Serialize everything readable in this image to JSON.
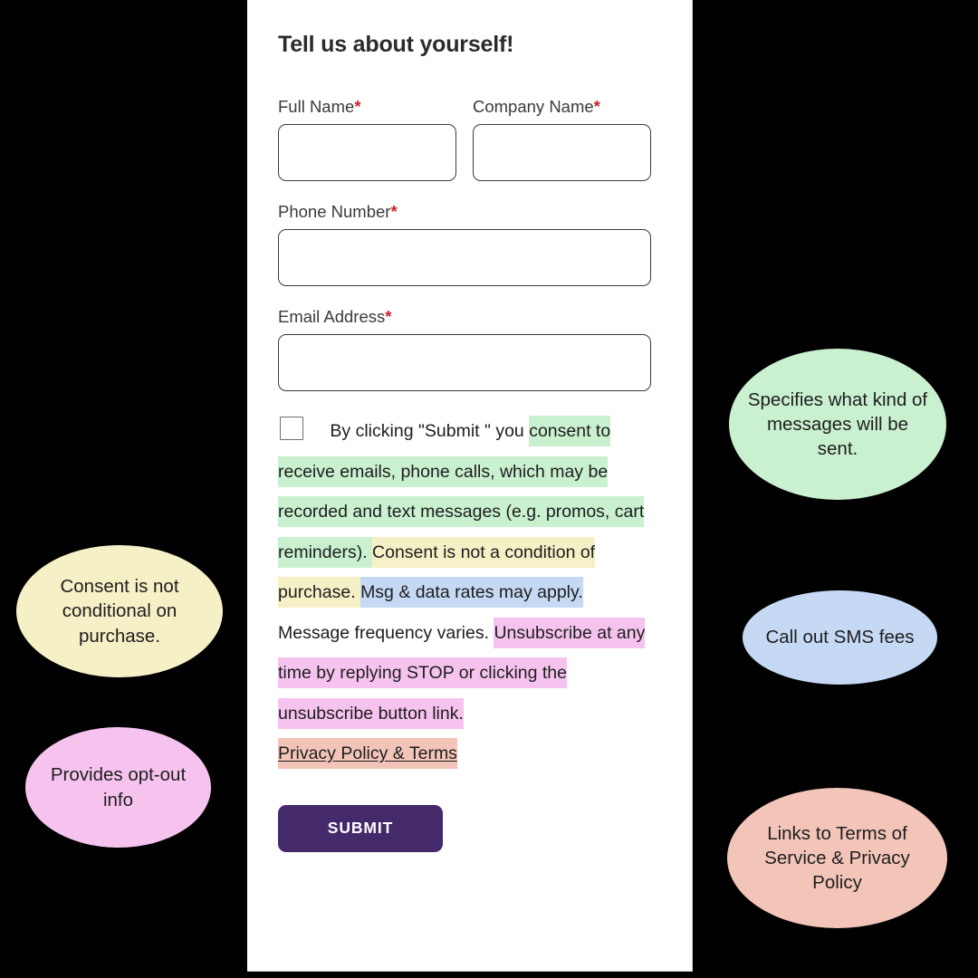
{
  "form": {
    "title": "Tell us about yourself!",
    "required_marker": "*",
    "fields": [
      {
        "label": "Full Name",
        "required": true,
        "value": "",
        "placeholder": ""
      },
      {
        "label": "Company Name",
        "required": true,
        "value": "",
        "placeholder": ""
      },
      {
        "label": "Phone Number",
        "required": true,
        "value": "",
        "placeholder": ""
      },
      {
        "label": "Email Address",
        "required": true,
        "value": "",
        "placeholder": ""
      }
    ],
    "consent": {
      "checked": false,
      "segments": [
        {
          "text": "By clicking \"Submit \" you ",
          "highlight": "none"
        },
        {
          "text": "consent to receive emails, phone calls, which may be recorded and text messages (e.g. promos, cart reminders). ",
          "highlight": "green"
        },
        {
          "text": "Consent is not a condition of purchase. ",
          "highlight": "yellow"
        },
        {
          "text": "Msg & data rates may apply. ",
          "highlight": "blue"
        },
        {
          "text": "Message frequency varies. ",
          "highlight": "none"
        },
        {
          "text": "Unsubscribe at any time by replying STOP or clicking the unsubscribe button link.",
          "highlight": "pink"
        }
      ],
      "link_text": "Privacy Policy & Terms",
      "link_highlight": "salmon"
    },
    "submit_label": "SUBMIT"
  },
  "callouts": [
    {
      "id": "consent-not-conditional",
      "text": "Consent is not conditional on purchase.",
      "color": "#f6f0c6"
    },
    {
      "id": "provides-opt-out",
      "text": "Provides opt-out info",
      "color": "#f6c3ef"
    },
    {
      "id": "specifies-message-kind",
      "text": "Specifies what kind of messages will be sent.",
      "color": "#c9f0cf"
    },
    {
      "id": "call-out-sms-fees",
      "text": "Call out SMS fees",
      "color": "#c5d9f4"
    },
    {
      "id": "links-to-terms",
      "text": "Links to Terms of Service & Privacy Policy",
      "color": "#f3c5b9"
    }
  ],
  "colors": {
    "background": "#000000",
    "card": "#ffffff",
    "submit_button": "#44296b",
    "required_asterisk": "#c8252a",
    "highlight_green": "#c9f0cf",
    "highlight_yellow": "#f6f0c6",
    "highlight_blue": "#c5d9f4",
    "highlight_pink": "#f6c3ef",
    "highlight_salmon": "#f3c5b9"
  }
}
